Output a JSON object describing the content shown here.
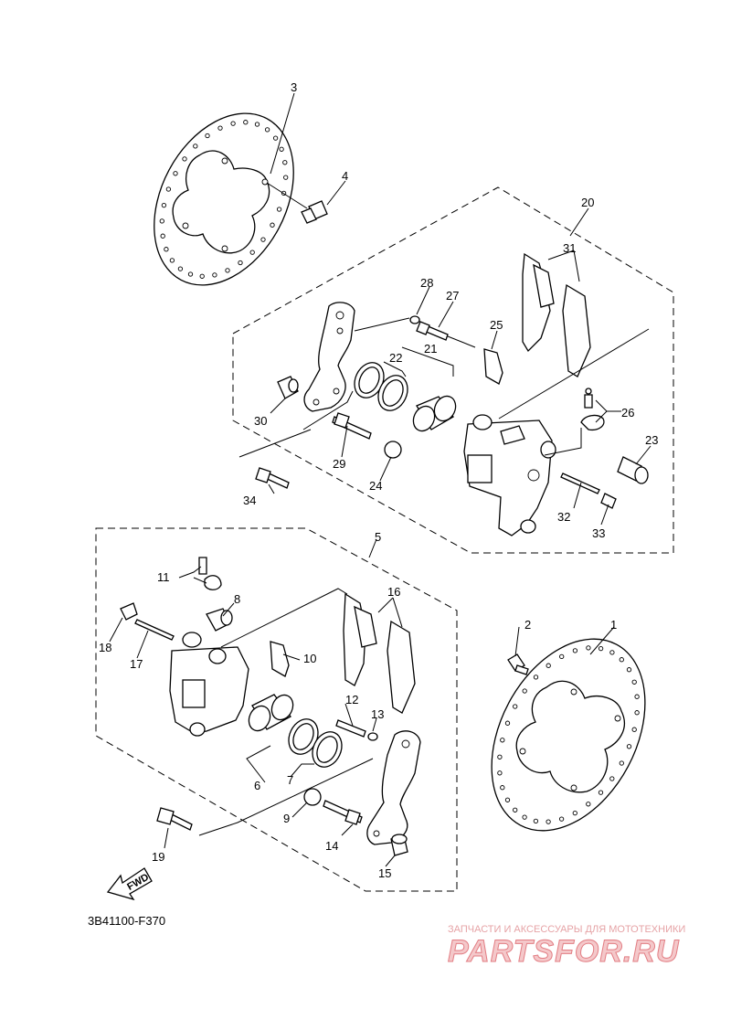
{
  "diagram_code": "3B41100-F370",
  "fwd_label": "FWD",
  "watermark": {
    "tagline": "ЗАПЧАСТИ И АКСЕССУАРЫ ДЛЯ МОТОТЕХНИКИ",
    "logo": "PARTSFOR.RU"
  },
  "callouts": {
    "c1": "1",
    "c2": "2",
    "c3": "3",
    "c4": "4",
    "c5": "5",
    "c6": "6",
    "c7": "7",
    "c8": "8",
    "c9": "9",
    "c10": "10",
    "c11": "11",
    "c12": "12",
    "c13": "13",
    "c14": "14",
    "c15": "15",
    "c16": "16",
    "c17": "17",
    "c18": "18",
    "c19": "19",
    "c20": "20",
    "c21": "21",
    "c22": "22",
    "c23": "23",
    "c24": "24",
    "c25": "25",
    "c26": "26",
    "c27": "27",
    "c28": "28",
    "c29": "29",
    "c30": "30",
    "c31": "31",
    "c32": "32",
    "c33": "33",
    "c34": "34"
  }
}
